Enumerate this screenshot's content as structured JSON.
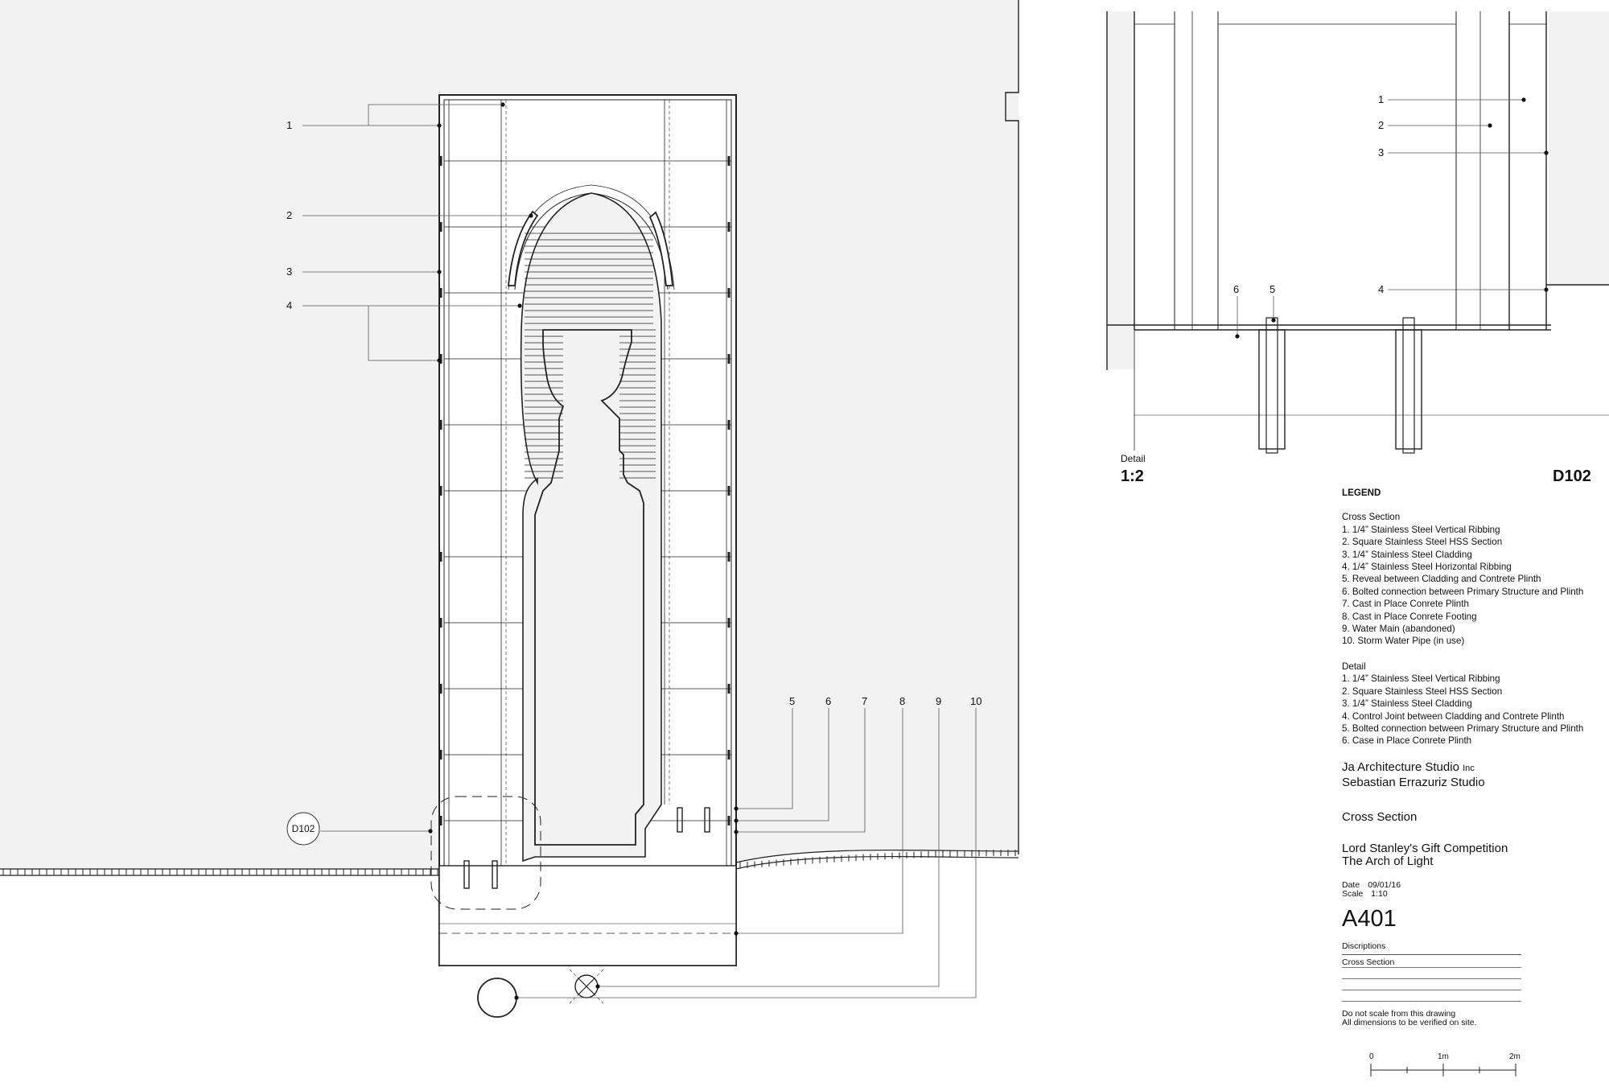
{
  "section_callouts": {
    "left": [
      "1",
      "2",
      "3",
      "4"
    ],
    "right": [
      "5",
      "6",
      "7",
      "8",
      "9",
      "10"
    ],
    "detail_tag": "D102"
  },
  "detail_view": {
    "callouts": [
      "1",
      "2",
      "3",
      "4",
      "5",
      "6"
    ],
    "label": "Detail",
    "scale": "1:2",
    "id": "D102"
  },
  "legend": {
    "title": "LEGEND",
    "cross_section_heading": "Cross Section",
    "cross_section_items": [
      "1. 1/4” Stainless Steel Vertical Ribbing",
      "2. Square Stainless Steel HSS Section",
      "3. 1/4” Stainless Steel Cladding",
      "4.  1/4” Stainless Steel Horizontal Ribbing",
      "5.  Reveal between Cladding and Contrete Plinth",
      "6. Bolted connection between Primary Structure and Plinth",
      "7. Cast in Place Conrete Plinth",
      "8. Cast in Place Conrete Footing",
      "9. Water Main (abandoned)",
      "10. Storm Water Pipe (in use)"
    ],
    "detail_heading": "Detail",
    "detail_items": [
      "1. 1/4” Stainless Steel Vertical Ribbing",
      "2. Square Stainless Steel HSS Section",
      "3. 1/4” Stainless Steel Cladding",
      "4.  Control Joint between Cladding and Contrete Plinth",
      "5. Bolted connection between Primary Structure and Plinth",
      "6. Case in Place Conrete Plinth"
    ]
  },
  "title_block": {
    "studio_1": "Ja Architecture Studio",
    "studio_1_suffix": "Inc",
    "studio_2": "Sebastian Errazuriz Studio",
    "sheet_title": "Cross Section",
    "project_1": "Lord Stanley's Gift Competition",
    "project_2": "The Arch of Light",
    "date_label": "Date",
    "date_value": "09/01/16",
    "scale_label": "Scale",
    "scale_value": "1:10",
    "sheet_number": "A401",
    "descriptions_label": "Discriptions",
    "descriptions": [
      "Cross Section"
    ],
    "note_1": "Do not scale from this drawing",
    "note_2": "All dimensions to be verified on site.",
    "scale_bar_ticks": [
      "0",
      "1m",
      "2m"
    ]
  }
}
